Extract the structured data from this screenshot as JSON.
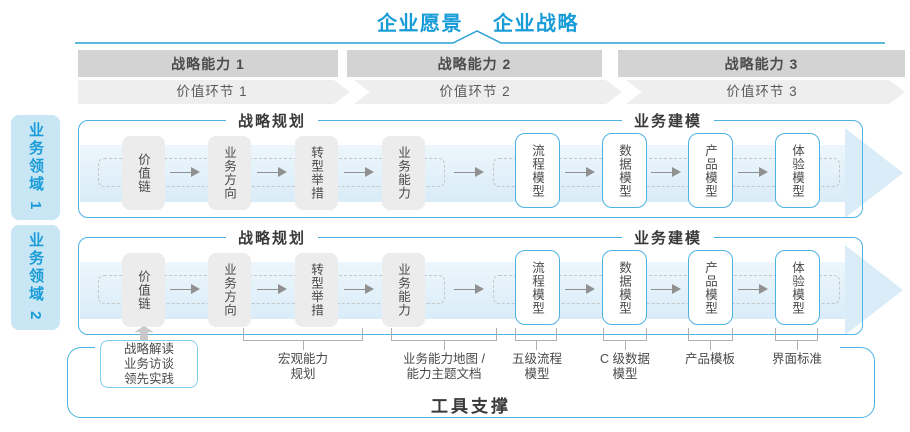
{
  "title": {
    "vision": "企业愿景",
    "strategy": "企业战略"
  },
  "capability_bands": [
    "战略能力 1",
    "战略能力 2",
    "战略能力 3"
  ],
  "value_chain_bands": [
    "价值环节 1",
    "价值环节 2",
    "价值环节 3"
  ],
  "domains": [
    "业务领域 1",
    "业务领域 2"
  ],
  "flow_row": {
    "planning_header": "战略规划",
    "modeling_header": "业务建模",
    "planning_boxes": [
      "价值链",
      "业务方向",
      "转型举措",
      "业务能力"
    ],
    "modeling_boxes": [
      "流程模型",
      "数据模型",
      "产品模型",
      "体验模型"
    ]
  },
  "annotations": {
    "source_box": [
      "战略解读",
      "业务访谈",
      "领先实践"
    ],
    "labels": [
      {
        "lines": [
          "宏观能力",
          "规划"
        ]
      },
      {
        "lines": [
          "业务能力地图 /",
          "能力主题文档"
        ]
      },
      {
        "lines": [
          "五级流程",
          "模型"
        ]
      },
      {
        "lines": [
          "C 级数据",
          "模型"
        ]
      },
      {
        "lines": [
          "产品模板",
          ""
        ]
      },
      {
        "lines": [
          "界面标准",
          ""
        ]
      }
    ]
  },
  "footer": "工具支撑",
  "colors": {
    "accent_blue": "#189cd8",
    "frame_cyan": "#4db3e2",
    "band_dark_gray": "#d3d3d3",
    "chevron_gray": "#eeeeee",
    "box_gray": "#ececec",
    "flow_band_blue": "#d9ecf8",
    "sidebar_blue": "#c8e6f4",
    "arrow_gray": "#909090"
  }
}
